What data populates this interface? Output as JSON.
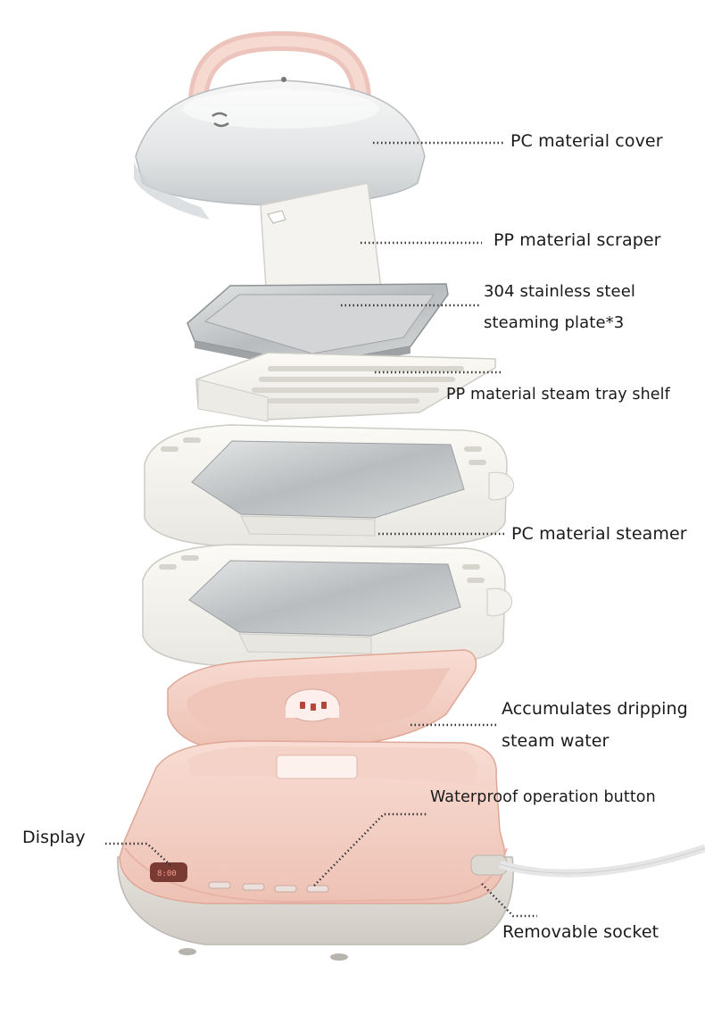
{
  "labels": {
    "cover": "PC material cover",
    "scraper": "PP material scraper",
    "plate_line1": "304 stainless steel",
    "plate_line2": "steaming plate*3",
    "shelf": "PP material steam tray shelf",
    "steamer": "PC material steamer",
    "drip_line1": "Accumulates dripping",
    "drip_line2": "steam water",
    "button": "Waterproof operation button",
    "display": "Display",
    "socket": "Removable socket"
  },
  "colors": {
    "pink": "#f3cfc4",
    "pink_dark": "#e6b2a5",
    "white_part": "#f2f1ec",
    "steel": "#c9cbcc",
    "base_gray": "#d9d6d0",
    "leader": "#333333"
  }
}
